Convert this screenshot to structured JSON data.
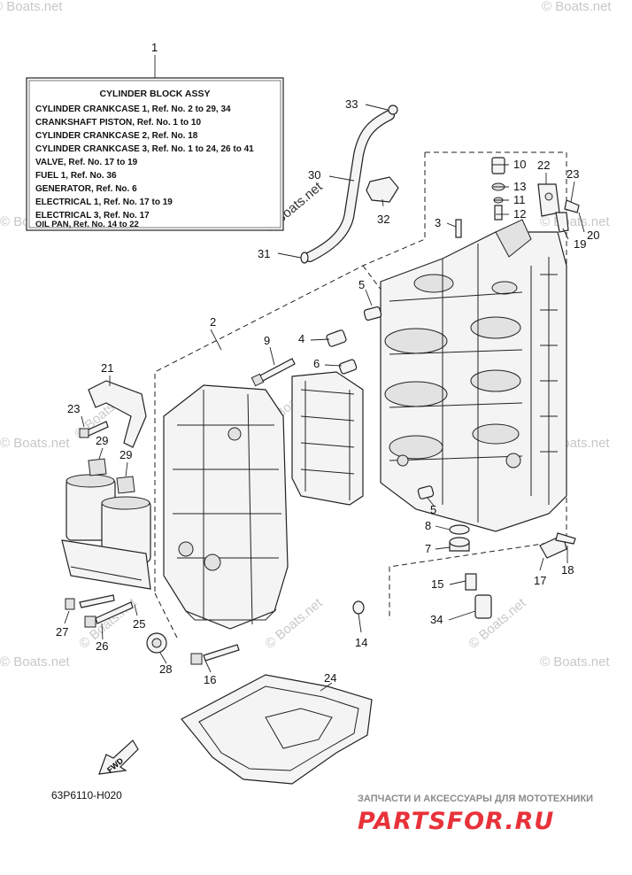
{
  "legend": {
    "title": "CYLINDER BLOCK ASSY",
    "lines": [
      "CYLINDER CRANKCASE 1, Ref. No. 2 to 29, 34",
      "CRANKSHAFT PISTON, Ref. No. 1 to 10",
      "CYLINDER CRANKCASE 2, Ref. No. 18",
      "CYLINDER CRANKCASE 3, Ref. No. 1 to 24, 26 to 41",
      "VALVE, Ref. No. 17 to 19",
      "FUEL 1, Ref. No. 36",
      "GENERATOR, Ref. No. 6",
      "ELECTRICAL 1, Ref. No. 17 to 19",
      "ELECTRICAL 3, Ref. No. 17",
      "OIL PAN, Ref. No. 14 to 22"
    ]
  },
  "callouts": {
    "c1": "1",
    "c2": "2",
    "c3": "3",
    "c4": "4",
    "c5a": "5",
    "c5b": "5",
    "c6": "6",
    "c7": "7",
    "c8": "8",
    "c9": "9",
    "c10": "10",
    "c11": "11",
    "c12": "12",
    "c13": "13",
    "c14": "14",
    "c15": "15",
    "c16": "16",
    "c17": "17",
    "c18": "18",
    "c19": "19",
    "c20": "20",
    "c21": "21",
    "c22": "22",
    "c23a": "23",
    "c23b": "23",
    "c24": "24",
    "c25": "25",
    "c26": "26",
    "c27": "27",
    "c28": "28",
    "c29a": "29",
    "c29b": "29",
    "c30": "30",
    "c31": "31",
    "c32": "32",
    "c33": "33",
    "c34": "34"
  },
  "fwd_label": "FWD",
  "diagram_code": "63P6110-H020",
  "watermark": "© Boats.net",
  "shop": {
    "tagline": "ЗАПЧАСТИ И АКСЕССУАРЫ ДЛЯ МОТОТЕХНИКИ",
    "logo": "PARTSFOR.RU"
  }
}
